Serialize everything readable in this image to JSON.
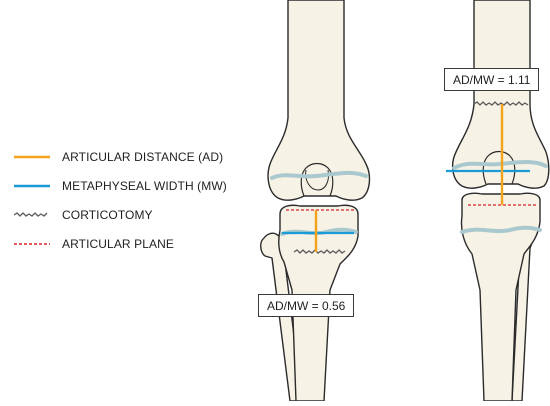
{
  "legend": {
    "items": [
      {
        "label": "ARTICULAR DISTANCE (AD)",
        "color": "#f2a51a",
        "style": "solid"
      },
      {
        "label": "METAPHYSEAL WIDTH (MW)",
        "color": "#1a9ad6",
        "style": "solid"
      },
      {
        "label": "CORTICOTOMY",
        "color": "#5a5a5a",
        "style": "jagged"
      },
      {
        "label": "ARTICULAR PLANE",
        "color": "#d8232a",
        "style": "dashed"
      }
    ]
  },
  "left_knee": {
    "ratio_label": "AD/MW  = 0.56"
  },
  "right_knee": {
    "ratio_label": "AD/MW  = 1.11"
  },
  "colors": {
    "bone_fill": "#f6f2e6",
    "outline": "#2b2b2b",
    "physis": "#a9c9cf"
  }
}
